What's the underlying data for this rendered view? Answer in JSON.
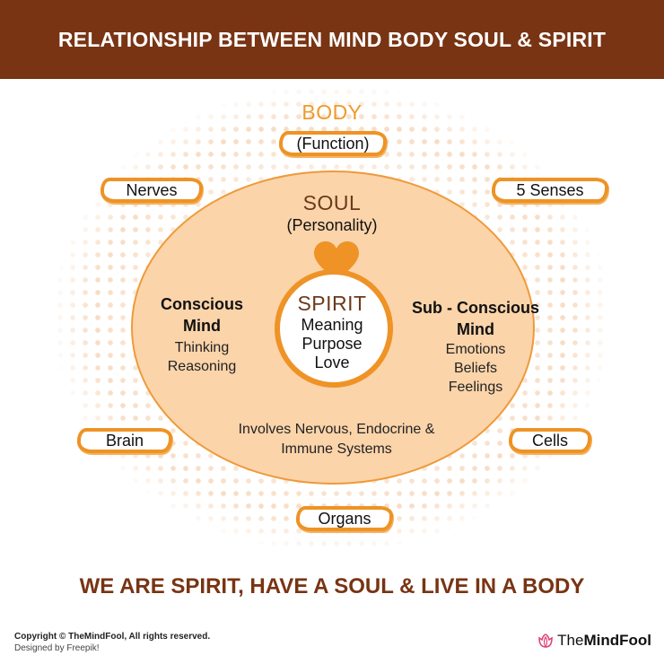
{
  "header": {
    "title": "RELATIONSHIP BETWEEN MIND BODY SOUL & SPIRIT"
  },
  "colors": {
    "header_bg": "#783413",
    "accent_orange": "#ef9326",
    "soul_fill": "#fbd4aa",
    "dark_brown": "#6b3a1c",
    "logo_pink": "#e0457b"
  },
  "body": {
    "title": "BODY",
    "subtitle": "(Function)",
    "parts": [
      {
        "label": "Nerves"
      },
      {
        "label": "5 Senses"
      },
      {
        "label": "Brain"
      },
      {
        "label": "Cells"
      },
      {
        "label": "Organs"
      }
    ]
  },
  "soul": {
    "title": "SOUL",
    "subtitle": "(Personality)",
    "conscious_mind": {
      "title_line1": "Conscious",
      "title_line2": "Mind",
      "items": [
        "Thinking",
        "Reasoning"
      ]
    },
    "subconscious_mind": {
      "title_line1": "Sub - Conscious",
      "title_line2": "Mind",
      "items": [
        "Emotions",
        "Beliefs",
        "Feelings"
      ]
    },
    "systems_line1": "Involves Nervous, Endocrine &",
    "systems_line2": "Immune Systems"
  },
  "spirit": {
    "title": "SPIRIT",
    "items": [
      "Meaning",
      "Purpose",
      "Love"
    ]
  },
  "tagline": "WE ARE SPIRIT, HAVE A SOUL & LIVE IN A BODY",
  "footer": {
    "copyright": "Copyright © TheMindFool, All rights reserved.",
    "designed_by": "Designed by Freepik!",
    "brand_the": "The",
    "brand_mindfool": "MindFool"
  }
}
